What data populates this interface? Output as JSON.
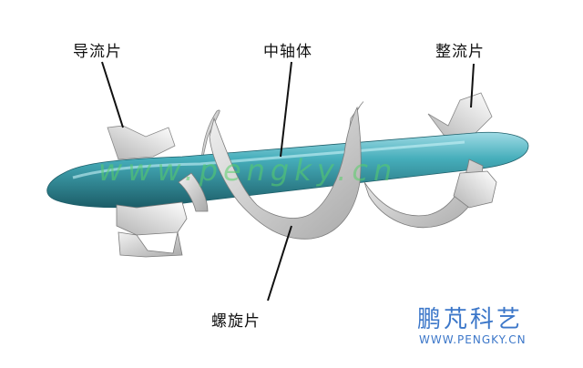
{
  "labels": {
    "guide_vane": "导流片",
    "central_shaft": "中轴体",
    "straightener_vane": "整流片",
    "spiral_blade": "螺旋片"
  },
  "watermark": {
    "text": "www.pengky.cn"
  },
  "brand": {
    "name_cn": "鹏芃科艺",
    "url": "WWW.PENGKY.CN"
  },
  "colors": {
    "shaft": "#3aa5b3",
    "blade": "#d8d8d8",
    "brand": "#3c77c9",
    "watermark": "#58d06a"
  }
}
